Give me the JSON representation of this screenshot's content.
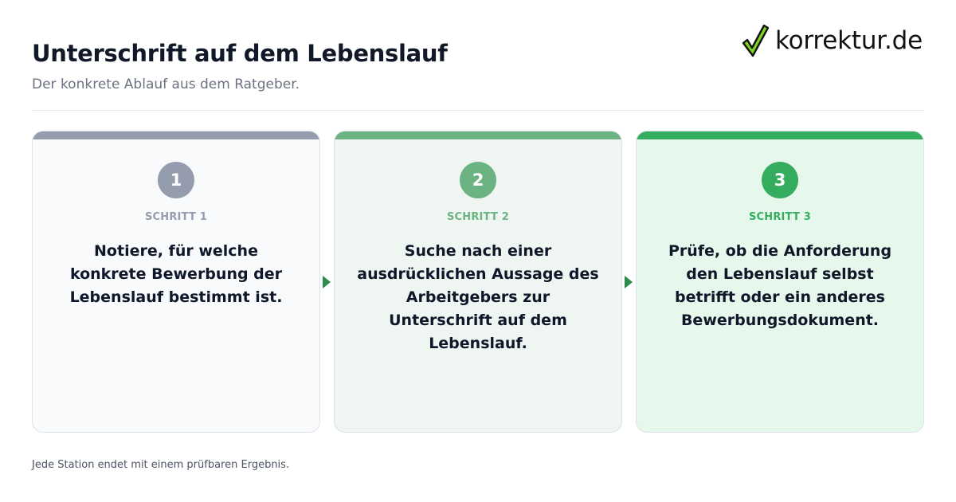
{
  "header": {
    "title": "Unterschrift auf dem Lebenslauf",
    "subtitle": "Der konkrete Ablauf aus dem Ratgeber."
  },
  "logo": {
    "icon": "checkmark-icon",
    "text": "korrektur.de",
    "check_color": "#7ed321"
  },
  "steps": [
    {
      "number": "1",
      "label": "SCHRITT 1",
      "text": "Notiere, für welche konkrete Bewerbung der Lebenslauf bestimmt ist.",
      "accent": "#959cae",
      "background": "#f8fafc"
    },
    {
      "number": "2",
      "label": "SCHRITT 2",
      "text": "Suche nach einer ausdrücklichen Aussage des Arbeitgebers zur Unterschrift auf dem Lebenslauf.",
      "accent": "#6bb383",
      "background": "#eff6f1"
    },
    {
      "number": "3",
      "label": "SCHRITT 3",
      "text": "Prüfe, ob die Anforderung den Lebenslauf selbst betrifft oder ein anderes Bewerbungsdokument.",
      "accent": "#35ad5e",
      "background": "#e6f8ec"
    }
  ],
  "arrow_color": "#2e8b4a",
  "footer": {
    "note": "Jede Station endet mit einem prüfbaren Ergebnis."
  }
}
